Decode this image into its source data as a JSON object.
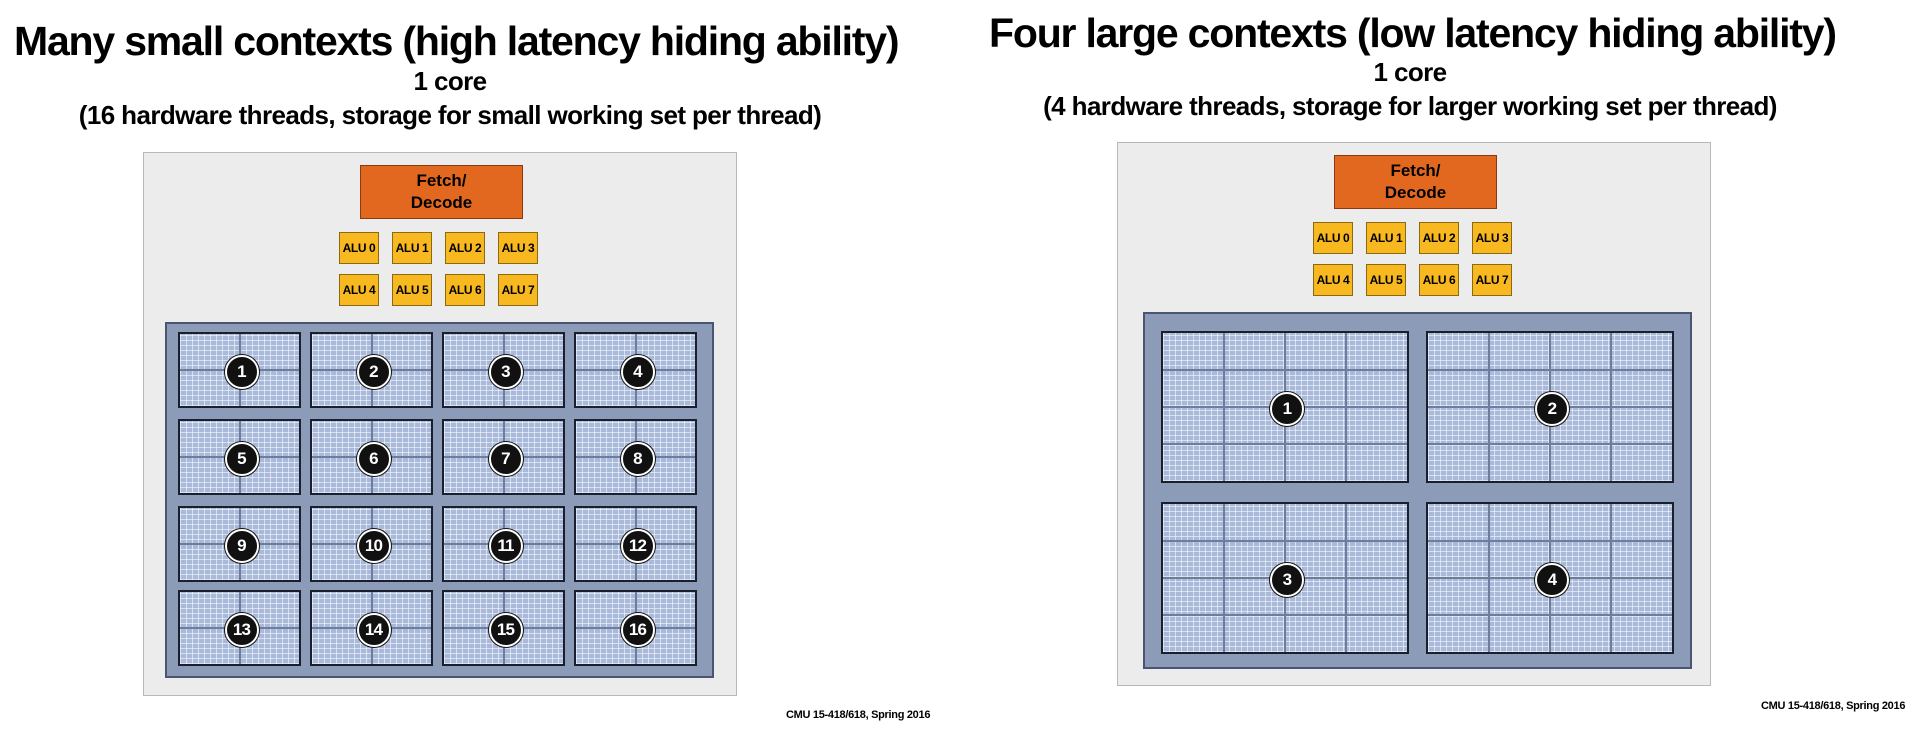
{
  "left": {
    "title": "Many small contexts (high latency hiding ability)",
    "core_label": "1 core",
    "core_desc": "(16 hardware threads, storage for small working set per thread)",
    "fetch_line1": "Fetch/",
    "fetch_line2": "Decode",
    "alus": [
      "ALU 0",
      "ALU 1",
      "ALU 2",
      "ALU 3",
      "ALU 4",
      "ALU 5",
      "ALU 6",
      "ALU 7"
    ],
    "contexts": [
      "1",
      "2",
      "3",
      "4",
      "5",
      "6",
      "7",
      "8",
      "9",
      "10",
      "11",
      "12",
      "13",
      "14",
      "15",
      "16"
    ],
    "footer": "CMU 15-418/618, Spring 2016"
  },
  "right": {
    "title": "Four large contexts (low latency hiding ability)",
    "core_label": "1 core",
    "core_desc": "(4 hardware threads, storage for larger working set per thread)",
    "fetch_line1": "Fetch/",
    "fetch_line2": "Decode",
    "alus": [
      "ALU 0",
      "ALU 1",
      "ALU 2",
      "ALU 3",
      "ALU 4",
      "ALU 5",
      "ALU 6",
      "ALU 7"
    ],
    "contexts": [
      "1",
      "2",
      "3",
      "4"
    ],
    "footer": "CMU 15-418/618, Spring 2016"
  },
  "colors": {
    "fetch": "#e3681f",
    "alu": "#f8b81f",
    "context_region": "#8c9bb8",
    "context_cell": "#a9b9d9",
    "core_background": "#ececec"
  }
}
